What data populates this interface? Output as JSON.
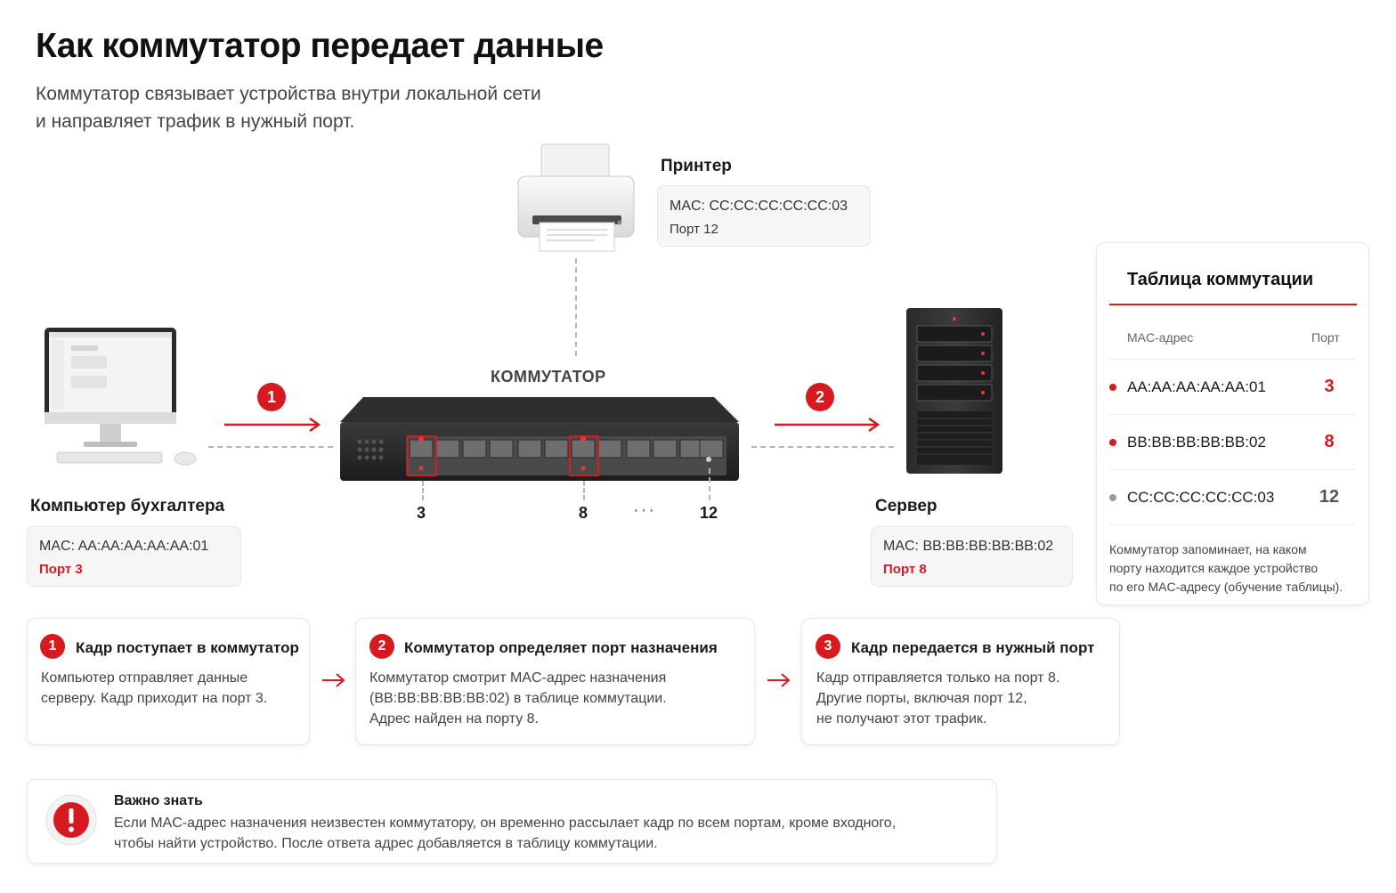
{
  "header": {
    "title": "Как коммутатор передает данные",
    "subtitle_line1": "Коммутатор связывает устройства внутри локальной сети",
    "subtitle_line2": "и направляет трафик в нужный порт."
  },
  "colors": {
    "accent": "#d71920",
    "gray_dot": "#9a9a9a"
  },
  "printer": {
    "label": "Принтер",
    "mac": "MAC: CC:CC:CC:CC:CC:03",
    "port": "Порт 12"
  },
  "computer": {
    "label": "Компьютер бухгалтера",
    "mac": "MAC: AA:AA:AA:AA:AA:01",
    "port": "Порт 3"
  },
  "server": {
    "label": "Сервер",
    "mac": "MAC: BB:BB:BB:BB:BB:02",
    "port": "Порт 8"
  },
  "switch": {
    "label": "КОММУТАТОР",
    "port_labels": [
      "3",
      "8",
      "12"
    ],
    "ellipsis": "···"
  },
  "flow_badges": [
    "1",
    "2"
  ],
  "table": {
    "title": "Таблица коммутации",
    "col_mac": "MAC-адрес",
    "col_port": "Порт",
    "rows": [
      {
        "mac": "AA:AA:AA:AA:AA:01",
        "port": "3",
        "status": "active"
      },
      {
        "mac": "BB:BB:BB:BB:BB:02",
        "port": "8",
        "status": "active"
      },
      {
        "mac": "CC:CC:CC:CC:CC:03",
        "port": "12",
        "status": "inactive"
      }
    ],
    "note": [
      "Коммутатор запоминает, на каком",
      "порту находится каждое устройство",
      "по его MAC-адресу (обучение таблицы)."
    ]
  },
  "steps": [
    {
      "num": "1",
      "title": "Кадр поступает в коммутатор",
      "lines": [
        "Компьютер отправляет данные",
        "серверу. Кадр приходит на порт 3."
      ]
    },
    {
      "num": "2",
      "title": "Коммутатор определяет порт назначения",
      "lines": [
        "Коммутатор смотрит MAC-адрес назначения",
        "(BB:BB:BB:BB:BB:02) в таблице коммутации.",
        "Адрес найден на порту 8."
      ]
    },
    {
      "num": "3",
      "title": "Кадр передается в нужный порт",
      "lines": [
        "Кадр отправляется только на порт 8.",
        "Другие порты, включая порт 12,",
        "не получают этот трафик."
      ]
    }
  ],
  "notice": {
    "icon": "exclamation-icon",
    "title": "Важно знать",
    "line1": "Если MAC-адрес назначения неизвестен коммутатору, он временно рассылает кадр по всем портам, кроме входного,",
    "line2": "чтобы найти устройство. После ответа адрес добавляется в таблицу коммутации."
  }
}
